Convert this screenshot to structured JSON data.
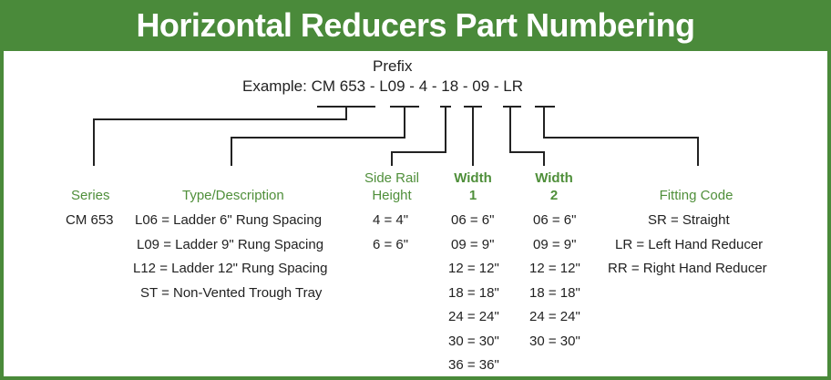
{
  "title": "Horizontal Reducers Part Numbering",
  "prefix_label": "Prefix",
  "example": "Example: CM 653 - L09 -  4 - 18 - 09 - LR",
  "colors": {
    "green": "#4a8a3a",
    "label_green": "#4f8f3a",
    "text": "#222222",
    "line": "#222222"
  },
  "columns": {
    "series": {
      "heading": "Series",
      "values": [
        "CM 653"
      ]
    },
    "type": {
      "heading": "Type/Description",
      "values": [
        "L06 = Ladder 6\"  Rung Spacing",
        "L09 = Ladder 9\" Rung Spacing",
        "L12 = Ladder 12\" Rung Spacing",
        "ST = Non-Vented Trough Tray"
      ]
    },
    "side_rail": {
      "heading_line1": "Side Rail",
      "heading_line2": "Height",
      "values": [
        "4 = 4\"",
        "6 = 6\""
      ]
    },
    "width1": {
      "heading_line1": "Width",
      "heading_line2": "1",
      "values": [
        "06 = 6\"",
        "09 = 9\"",
        "12 = 12\"",
        "18 = 18\"",
        "24 = 24\"",
        "30 = 30\"",
        "36 = 36\""
      ]
    },
    "width2": {
      "heading_line1": "Width",
      "heading_line2": "2",
      "values": [
        "06 = 6\"",
        "09 = 9\"",
        "12 = 12\"",
        "18 = 18\"",
        "24 = 24\"",
        "30 = 30\""
      ]
    },
    "fitting": {
      "heading": "Fitting Code",
      "values": [
        "SR = Straight",
        "LR = Left Hand Reducer",
        "RR = Right Hand Reducer"
      ]
    }
  }
}
